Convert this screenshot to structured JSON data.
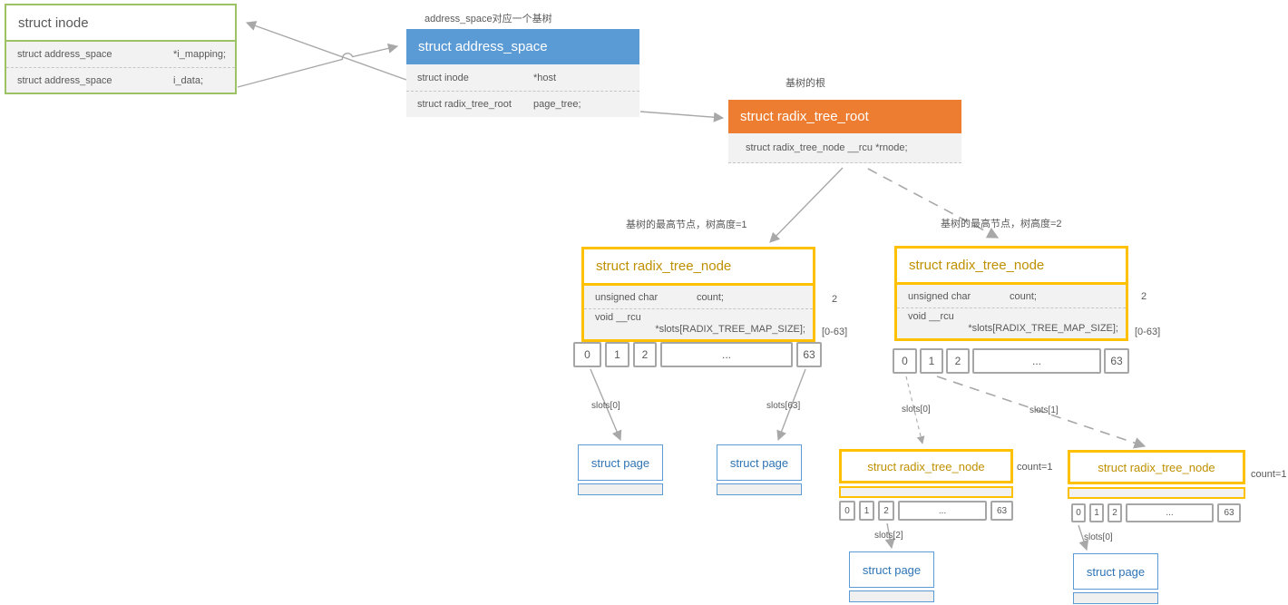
{
  "colors": {
    "inode_border": "#9CC263",
    "address_space_header": "#5B9BD5",
    "radix_tree_root_header": "#ED7D31",
    "radix_tree_node_border": "#FFC000",
    "radix_tree_node_title": "#BF9000",
    "page_border": "#5B9BD5",
    "page_title": "#2E74B5",
    "connector": "#A8A8A8",
    "row_background": "#F2F2F2",
    "field_text": "#595959"
  },
  "captions": {
    "address_space_note": "address_space对应一个基树",
    "root_note": "基树的根",
    "node1_note": "基树的最高节点，树高度=1",
    "node2_note": "基树的最高节点，树高度=2"
  },
  "inode": {
    "title": "struct inode",
    "fields": [
      {
        "type": "struct address_space",
        "name": "*i_mapping;"
      },
      {
        "type": "struct address_space",
        "name": "i_data;"
      }
    ]
  },
  "address_space": {
    "title": "struct address_space",
    "fields": [
      {
        "type": "struct inode",
        "name": "*host"
      },
      {
        "type": "struct radix_tree_root",
        "name": "page_tree;"
      }
    ]
  },
  "radix_tree_root": {
    "title": "struct radix_tree_root",
    "field": "struct  radix_tree_node  __rcu *rnode;"
  },
  "node1": {
    "title": "struct radix_tree_node",
    "field1_type": "unsigned char",
    "field1_name": "count;",
    "field2_type": "void __rcu",
    "field2_name": "*slots[RADIX_TREE_MAP_SIZE];",
    "count_note": "2",
    "range_note": "[0-63]",
    "slots": [
      "0",
      "1",
      "2",
      "...",
      "63"
    ]
  },
  "node2": {
    "title": "struct radix_tree_node",
    "field1_type": "unsigned char",
    "field1_name": "count;",
    "field2_type": "void __rcu",
    "field2_name": "*slots[RADIX_TREE_MAP_SIZE];",
    "count_note": "2",
    "range_note": "[0-63]",
    "slots": [
      "0",
      "1",
      "2",
      "...",
      "63"
    ]
  },
  "child1": {
    "title": "struct radix_tree_node",
    "count_note": "count=1",
    "slots": [
      "0",
      "1",
      "2",
      "...",
      "63"
    ]
  },
  "child2": {
    "title": "struct radix_tree_node",
    "count_note": "count=1",
    "slots": [
      "0",
      "1",
      "2",
      "...",
      "63"
    ]
  },
  "page": {
    "title": "struct page"
  },
  "edges": {
    "n1_slot0": "slots[0]",
    "n1_slot63": "slots[63]",
    "n2_slot0": "slots[0]",
    "n2_slot1": "slots[1]",
    "c1_slot2": "slots[2]",
    "c2_slot0": "slots[0]"
  }
}
